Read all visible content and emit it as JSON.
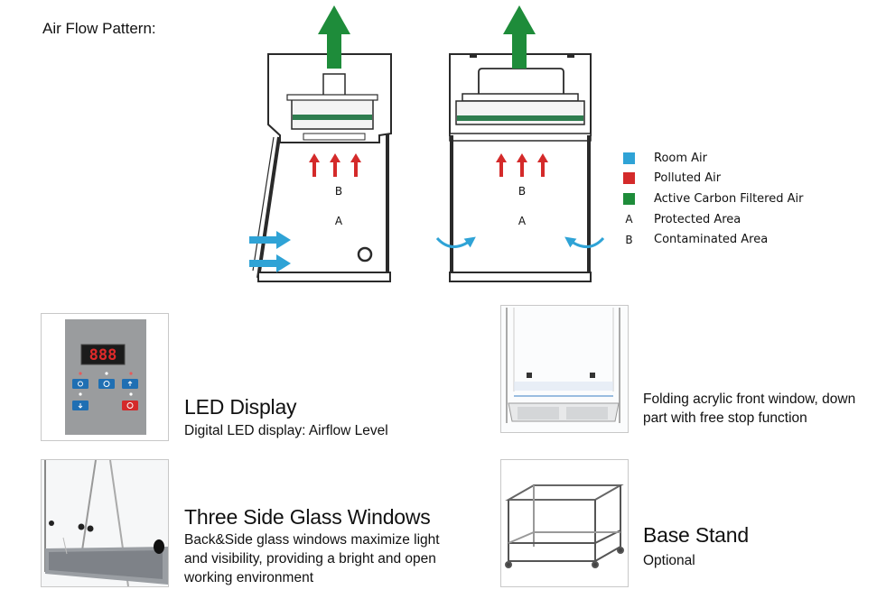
{
  "heading": "Air Flow Pattern:",
  "diagram": {
    "left_cabinet": {
      "label_b": "B",
      "label_a": "A"
    },
    "right_cabinet": {
      "label_b": "B",
      "label_a": "A"
    }
  },
  "colors": {
    "room_air": "#2FA3D6",
    "polluted_air": "#D42A2A",
    "filtered_air": "#1E8C3A",
    "filter_band": "#2E7D4F",
    "outline": "#2a2a2a"
  },
  "legend": [
    {
      "kind": "swatch",
      "color": "#2FA3D6",
      "label": "Room Air"
    },
    {
      "kind": "swatch",
      "color": "#D42A2A",
      "label": "Polluted Air"
    },
    {
      "kind": "swatch",
      "color": "#1E8C3A",
      "label": "Active Carbon Filtered Air"
    },
    {
      "kind": "letter",
      "letter": "A",
      "label": "Protected Area"
    },
    {
      "kind": "letter",
      "letter": "B",
      "label": "Contaminated Area"
    }
  ],
  "led_panel": {
    "display_digits": "888"
  },
  "features": {
    "led_display": {
      "title": "LED Display",
      "description": "Digital LED display: Airflow Level"
    },
    "front_window": {
      "description_line1": "Folding acrylic front window, down",
      "description_line2": "part with free stop function"
    },
    "glass_windows": {
      "title": "Three Side Glass Windows",
      "description_line1": "Back&Side glass windows maximize light",
      "description_line2": "and visibility, providing a bright and open",
      "description_line3": "working environment"
    },
    "base_stand": {
      "title": "Base Stand",
      "description": "Optional"
    }
  }
}
